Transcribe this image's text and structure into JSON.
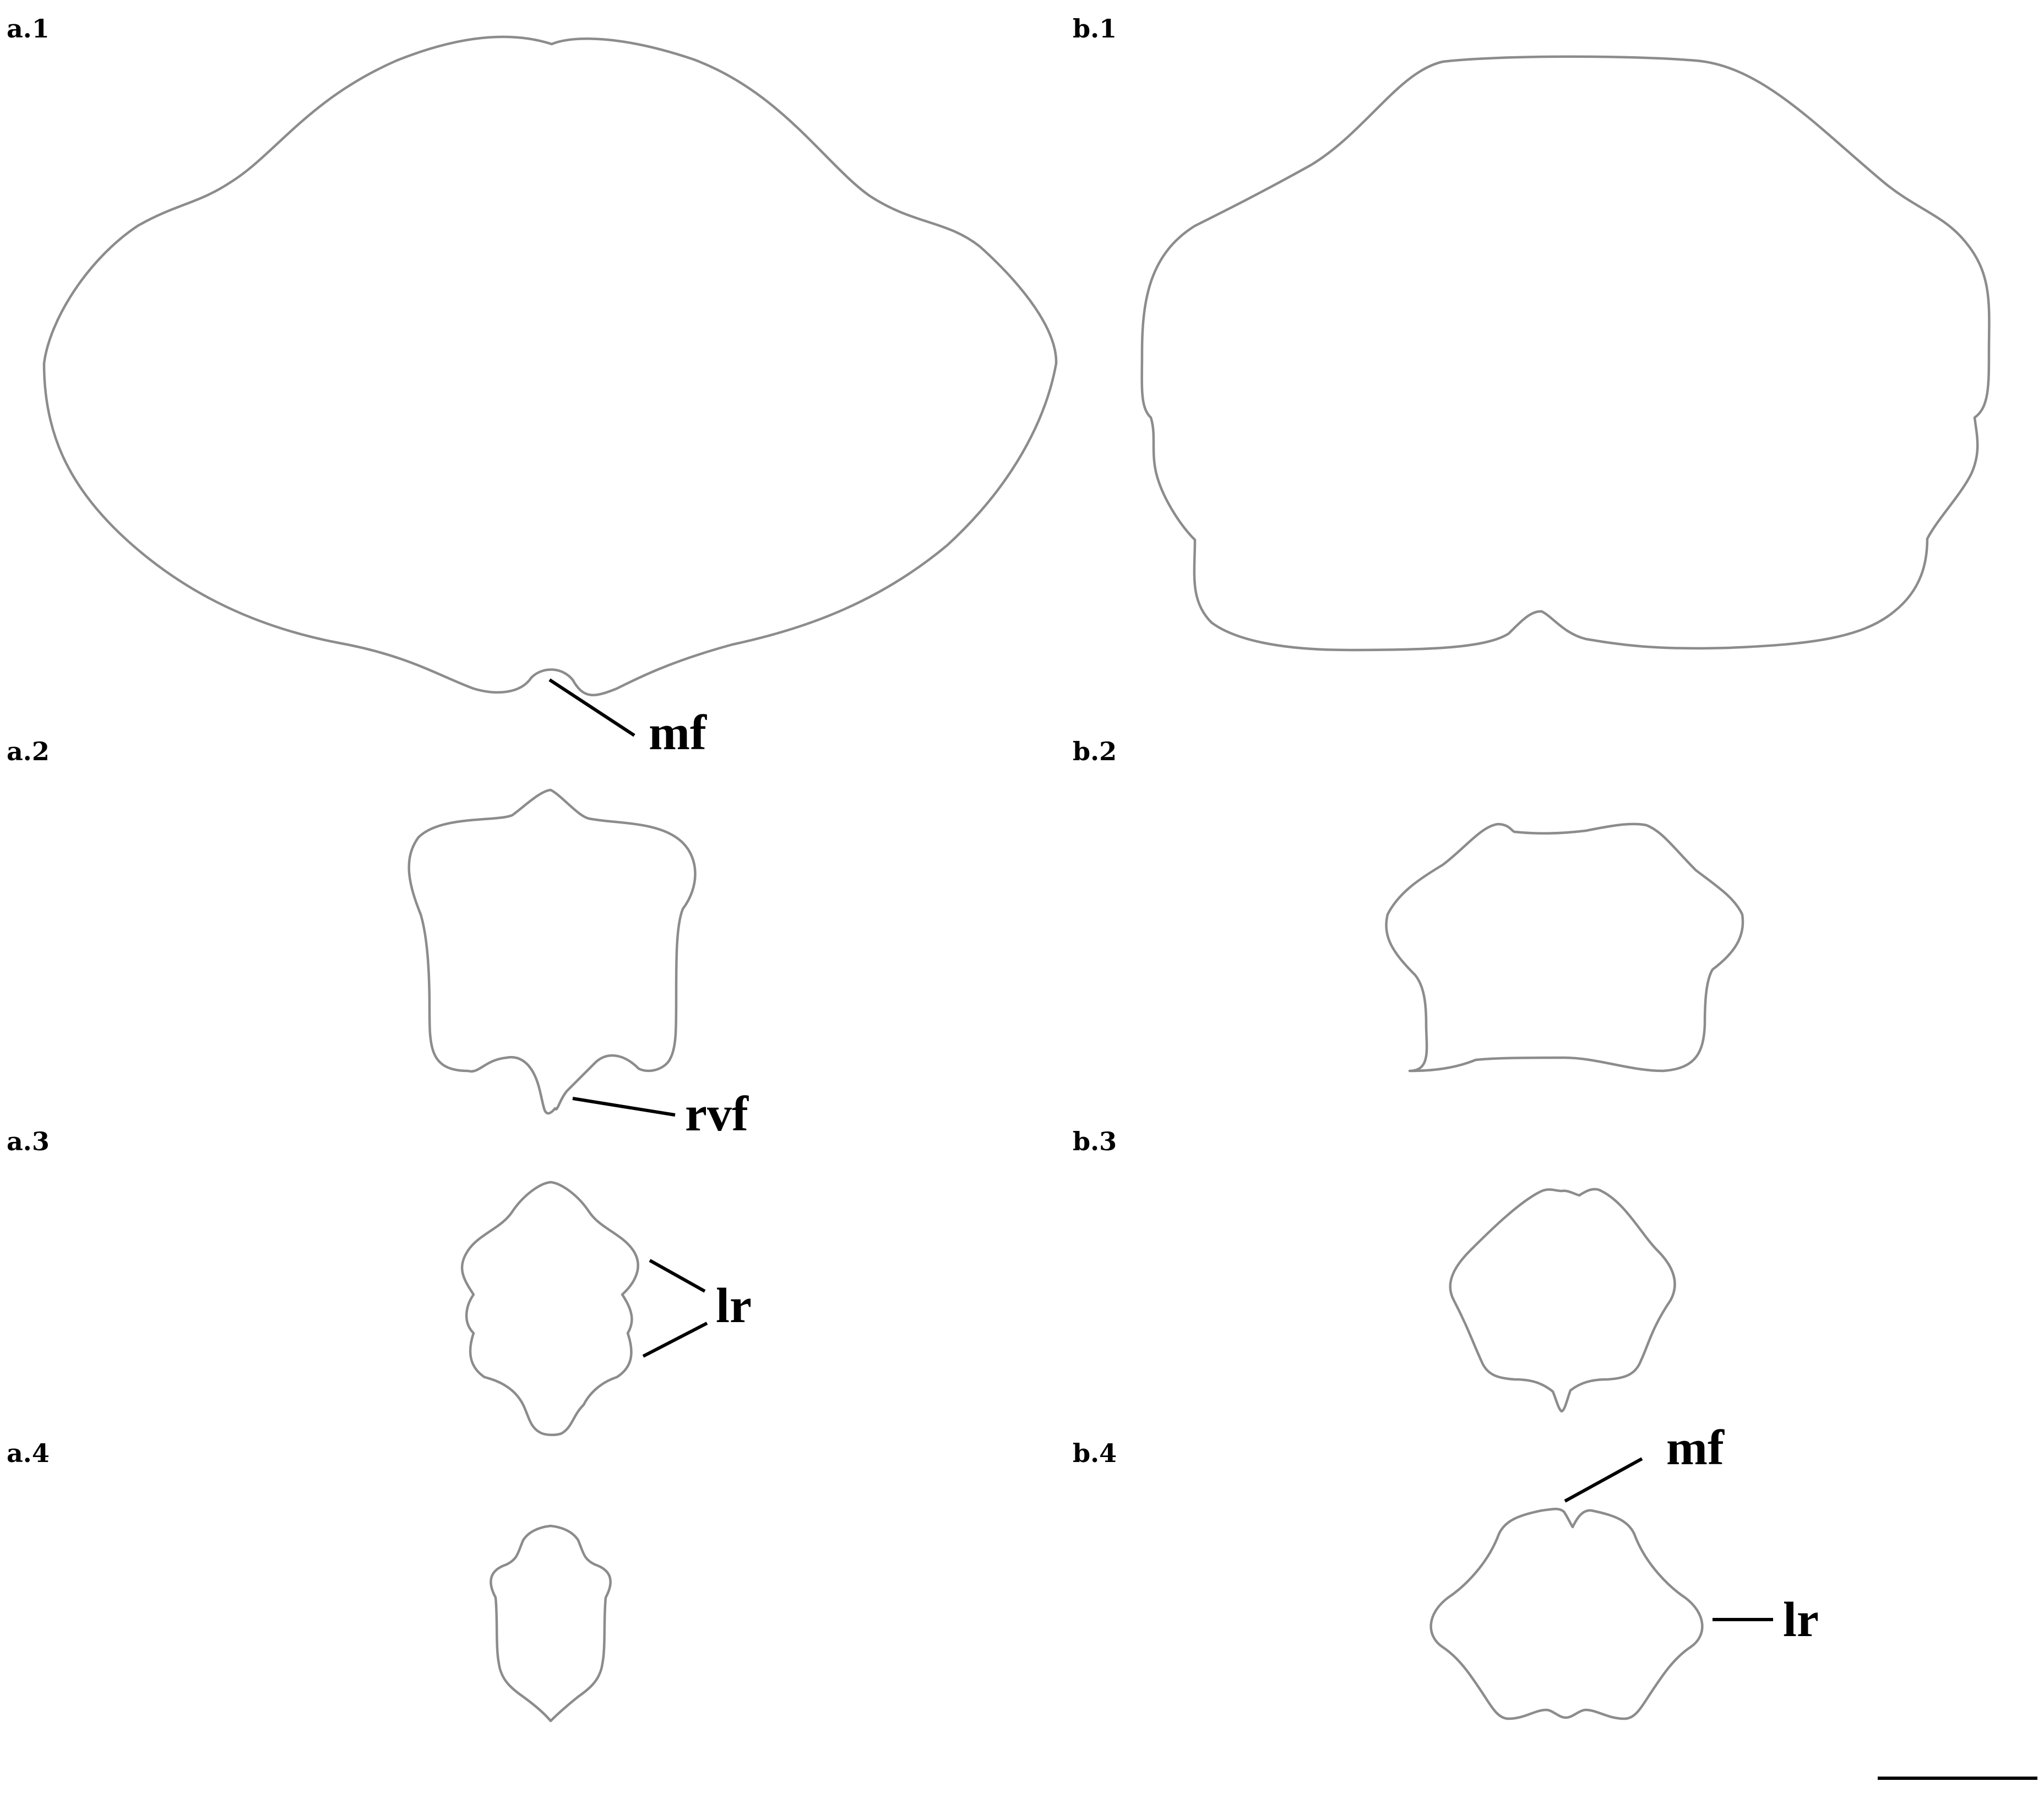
{
  "panels": {
    "a1": "a.1",
    "a2": "a.2",
    "a3": "a.3",
    "a4": "a.4",
    "b1": "b.1",
    "b2": "b.2",
    "b3": "b.3",
    "b4": "b.4"
  },
  "annotations": {
    "mf_a1": "mf",
    "rvf_a2": "rvf",
    "lr_a3": "lr",
    "mf_b4": "mf",
    "lr_b4": "lr"
  },
  "colors": {
    "outline": "#8c8c8c",
    "label": "#000000",
    "background": "#ffffff"
  }
}
